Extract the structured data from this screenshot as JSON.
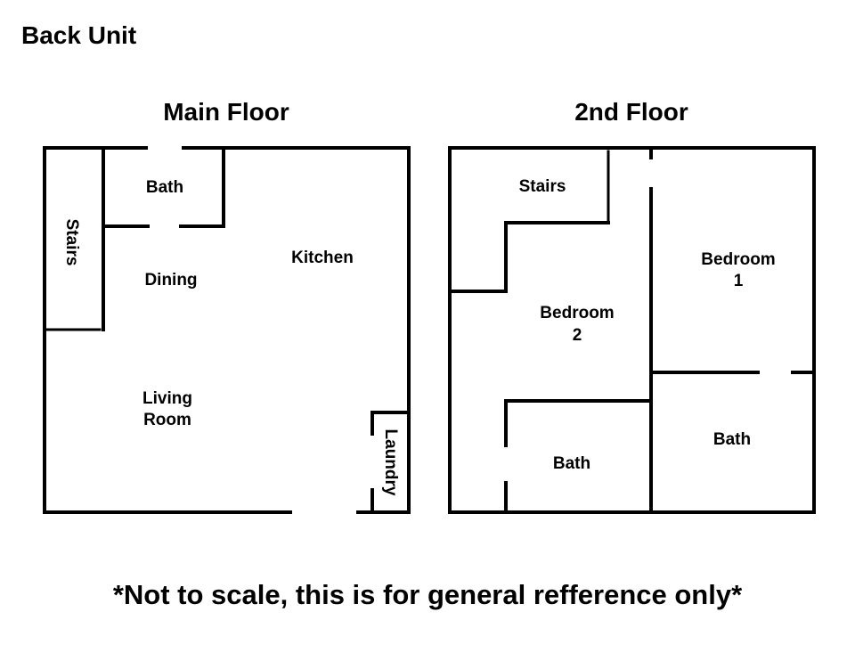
{
  "title": "Back Unit",
  "main_floor": {
    "title": "Main Floor",
    "rooms": {
      "stairs": "Stairs",
      "bath": "Bath",
      "dining": "Dining",
      "kitchen": "Kitchen",
      "living_1": "Living",
      "living_2": "Room",
      "laundry": "Laundry"
    }
  },
  "second_floor": {
    "title": "2nd Floor",
    "rooms": {
      "stairs": "Stairs",
      "bedroom1_a": "Bedroom",
      "bedroom1_b": "1",
      "bedroom2_a": "Bedroom",
      "bedroom2_b": "2",
      "bath_left": "Bath",
      "bath_right": "Bath"
    }
  },
  "note": "*Not to scale, this is for general refference only*",
  "colors": {
    "line": "#000000",
    "background": "#ffffff"
  }
}
